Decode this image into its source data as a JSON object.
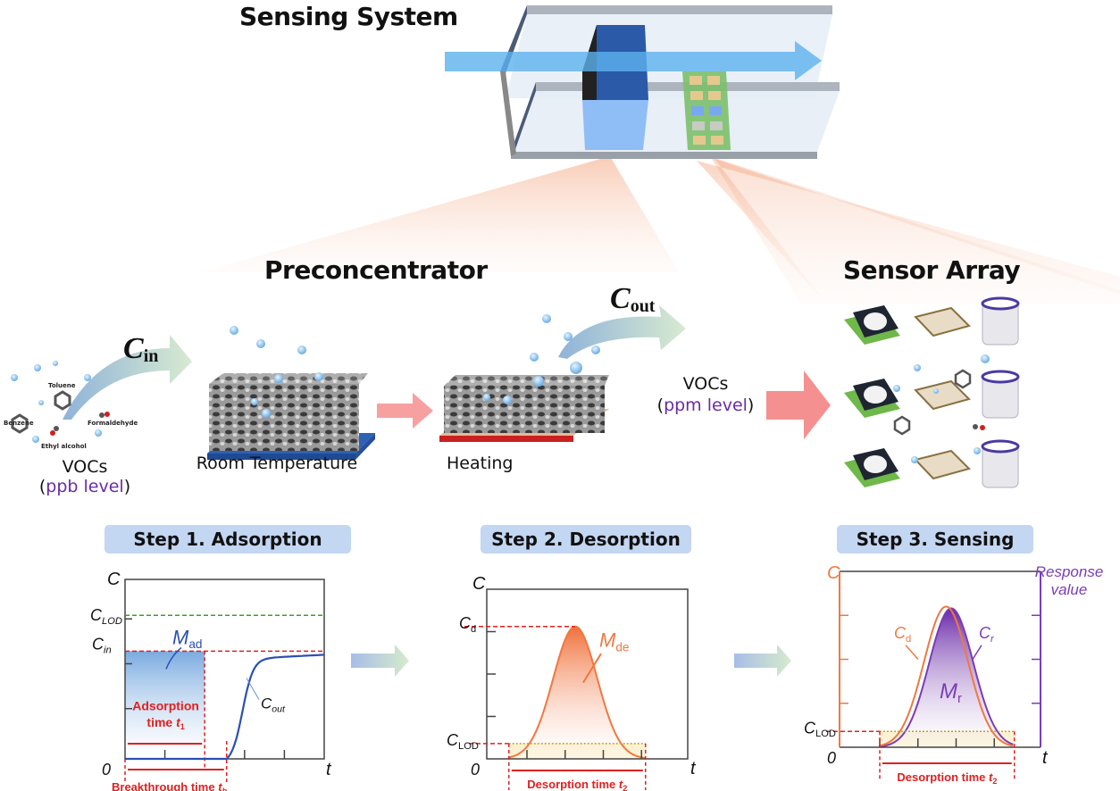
{
  "titles": {
    "sensing_system": "Sensing System",
    "preconcentrator": "Preconcentrator",
    "sensor_array": "Sensor Array"
  },
  "flow": {
    "c_in": {
      "main": "C",
      "sub": "in"
    },
    "c_out": {
      "main": "C",
      "sub": "out"
    },
    "molecules": [
      "Toluene",
      "Benzene",
      "Ethyl alcohol",
      "Formaldehyde"
    ],
    "vocs_in": {
      "label": "VOCs",
      "level": "ppb level"
    },
    "vocs_out": {
      "label": "VOCs",
      "level": "ppm level"
    },
    "room_temperature": "Room Temperature",
    "heating": "Heating"
  },
  "steps": [
    {
      "label": "Step 1. Adsorption"
    },
    {
      "label": "Step 2. Desorption"
    },
    {
      "label": "Step 3. Sensing"
    }
  ],
  "colors": {
    "adsorption_curve": "#2a4fb5",
    "desorption_curve": "#f07840",
    "response_curve": "#7a3cb8",
    "marker_red": "#e02020",
    "lod_green": "#3aa020",
    "step_box": "#c3d6f2"
  },
  "chart_data": [
    {
      "type": "line",
      "title": "Step 1. Adsorption",
      "xlabel": "t",
      "ylabel": "C",
      "origin_label": "0",
      "y_ticks": [
        "C_LOD",
        "C_in"
      ],
      "labels": {
        "c_lod": {
          "main": "C",
          "sub": "LOD"
        },
        "c_in": {
          "main": "C",
          "sub": "in"
        },
        "m_ad": {
          "main": "M",
          "sub": "ad"
        },
        "c_out": {
          "main": "C",
          "sub": "out"
        },
        "adsorption_time_line1": "Adsorption",
        "adsorption_time_line2": "time ",
        "adsorption_time_var": "t",
        "adsorption_time_sub": "1",
        "breakthrough_time": "Breakthrough time ",
        "breakthrough_var": "t",
        "breakthrough_sub": "b"
      },
      "xlim": [
        0,
        5
      ],
      "ylim": [
        0,
        1
      ],
      "c_lod_level": 0.8,
      "c_in_level": 0.6,
      "adsorption_time": 2,
      "breakthrough_time": 2.55,
      "series": [
        {
          "name": "C_out",
          "x": [
            0,
            2.55,
            2.8,
            3.0,
            3.2,
            3.5,
            4.0,
            5.0
          ],
          "y": [
            0,
            0,
            0.2,
            0.42,
            0.52,
            0.57,
            0.58,
            0.58
          ]
        }
      ]
    },
    {
      "type": "area",
      "title": "Step 2. Desorption",
      "xlabel": "t",
      "ylabel": "C",
      "origin_label": "0",
      "labels": {
        "c_d": {
          "main": "C",
          "sub": "d"
        },
        "c_lod": {
          "main": "C",
          "sub": "LOD"
        },
        "m_de": {
          "main": "M",
          "sub": "de"
        },
        "desorption_time": "Desorption time ",
        "desorption_var": "t",
        "desorption_sub": "2"
      },
      "xlim": [
        0,
        5
      ],
      "ylim": [
        0,
        1
      ],
      "c_d_level": 0.78,
      "c_lod_level": 0.09,
      "desorption_start": 0.55,
      "desorption_end": 3.95,
      "peak_x": 2.2,
      "peak_sigma": 0.55
    },
    {
      "type": "area",
      "title": "Step 3. Sensing",
      "xlabel": "t",
      "ylabel_left": "C",
      "ylabel_right": "Response value",
      "origin_label": "0",
      "labels": {
        "c_lod": {
          "main": "C",
          "sub": "LOD"
        },
        "c_d": {
          "main": "C",
          "sub": "d"
        },
        "c_r": {
          "main": "C",
          "sub": "r"
        },
        "m_r": {
          "main": "M",
          "sub": "r"
        },
        "desorption_time": "Desorption time ",
        "desorption_var": "t",
        "desorption_sub": "2"
      },
      "xlim": [
        0,
        5
      ],
      "ylim": [
        0,
        1
      ],
      "c_lod_level": 0.09,
      "desorption_start": 1.0,
      "desorption_end": 4.35,
      "series": [
        {
          "name": "C_d",
          "peak_x": 2.65,
          "peak_y": 0.8,
          "sigma": 0.55
        },
        {
          "name": "C_r",
          "peak_x": 2.78,
          "peak_y": 0.79,
          "sigma": 0.55
        }
      ]
    }
  ]
}
